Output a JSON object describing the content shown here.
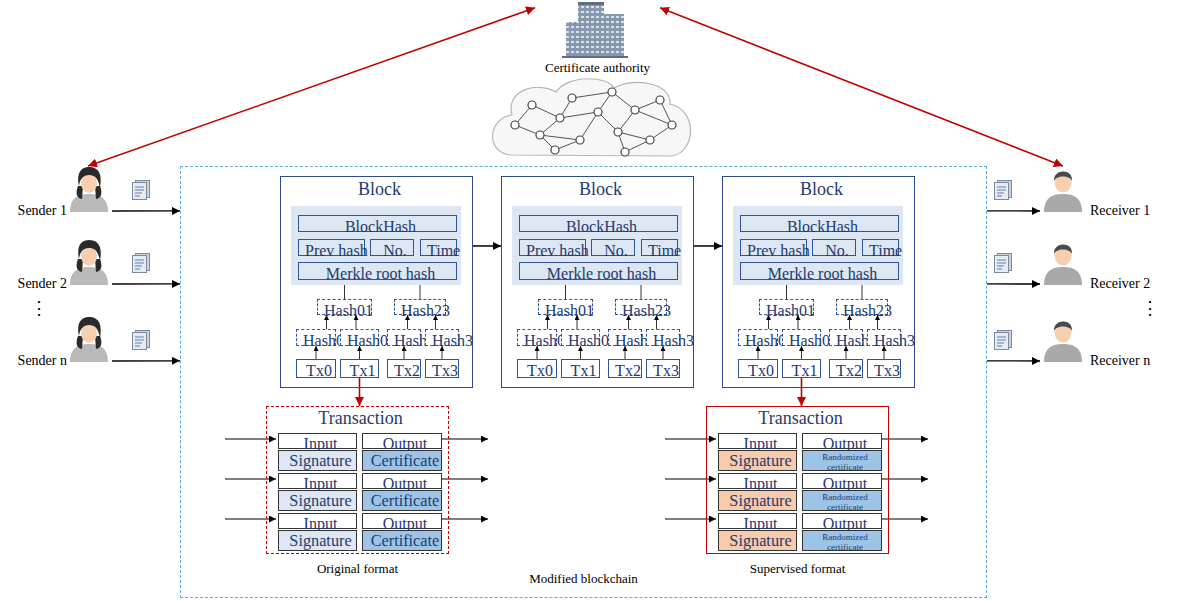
{
  "diagram": {
    "nodes": [
      {
        "text": [
          "Certificate authority"
        ]
      },
      {
        "text": [
          "Sender 1"
        ]
      },
      {
        "text": [
          "Sender 2"
        ]
      },
      {
        "text": [
          "Sender n"
        ]
      },
      {
        "text": [
          "Modified blockchain"
        ]
      },
      {
        "text": [
          "Block"
        ],
        "in": 4
      },
      {
        "text": [
          "BlockHash"
        ],
        "in": 5
      },
      {
        "text": [
          "Prev hash"
        ],
        "in": 5
      },
      {
        "text": [
          "No."
        ],
        "in": 5
      },
      {
        "text": [
          "Time"
        ],
        "in": 5
      },
      {
        "text": [
          "Merkle root hash"
        ],
        "in": 5
      },
      {
        "text": [
          "Hash01"
        ],
        "in": 5
      },
      {
        "text": [
          "Hash23"
        ],
        "in": 5
      },
      {
        "text": [
          "Hash0"
        ],
        "in": 5
      },
      {
        "text": [
          "Hash0"
        ],
        "in": 5
      },
      {
        "text": [
          "Hash2"
        ],
        "in": 5
      },
      {
        "text": [
          "Hash3"
        ],
        "in": 5
      },
      {
        "text": [
          "Tx0"
        ],
        "in": 5
      },
      {
        "text": [
          "Tx1"
        ],
        "in": 5
      },
      {
        "text": [
          "Tx2"
        ],
        "in": 5
      },
      {
        "text": [
          "Tx3"
        ],
        "in": 5
      },
      {
        "text": [
          "Block"
        ],
        "in": 4
      },
      {
        "text": [
          "BlockHash"
        ],
        "in": 21
      },
      {
        "text": [
          "Prev hash"
        ],
        "in": 21
      },
      {
        "text": [
          "No."
        ],
        "in": 21
      },
      {
        "text": [
          "Time"
        ],
        "in": 21
      },
      {
        "text": [
          "Merkle root hash"
        ],
        "in": 21
      },
      {
        "text": [
          "Hash01"
        ],
        "in": 21
      },
      {
        "text": [
          "Hash23"
        ],
        "in": 21
      },
      {
        "text": [
          "Hash0"
        ],
        "in": 21
      },
      {
        "text": [
          "Hash0"
        ],
        "in": 21
      },
      {
        "text": [
          "Hash2"
        ],
        "in": 21
      },
      {
        "text": [
          "Hash3"
        ],
        "in": 21
      },
      {
        "text": [
          "Tx0"
        ],
        "in": 21
      },
      {
        "text": [
          "Tx1"
        ],
        "in": 21
      },
      {
        "text": [
          "Tx2"
        ],
        "in": 21
      },
      {
        "text": [
          "Tx3"
        ],
        "in": 21
      },
      {
        "text": [
          "Block"
        ],
        "in": 4
      },
      {
        "text": [
          "BlockHash"
        ],
        "in": 37
      },
      {
        "text": [
          "Prev hash"
        ],
        "in": 37
      },
      {
        "text": [
          "No."
        ],
        "in": 37
      },
      {
        "text": [
          "Time"
        ],
        "in": 37
      },
      {
        "text": [
          "Merkle root hash"
        ],
        "in": 37
      },
      {
        "text": [
          "Hash01"
        ],
        "in": 37
      },
      {
        "text": [
          "Hash23"
        ],
        "in": 37
      },
      {
        "text": [
          "Hash0"
        ],
        "in": 37
      },
      {
        "text": [
          "Hash0"
        ],
        "in": 37
      },
      {
        "text": [
          "Hash2"
        ],
        "in": 37
      },
      {
        "text": [
          "Hash3"
        ],
        "in": 37
      },
      {
        "text": [
          "Tx0"
        ],
        "in": 37
      },
      {
        "text": [
          "Tx1"
        ],
        "in": 37
      },
      {
        "text": [
          "Tx2"
        ],
        "in": 37
      },
      {
        "text": [
          "Tx3"
        ],
        "in": 37
      },
      {
        "text": [
          "Transaction",
          "Original format"
        ],
        "in": 4
      },
      {
        "text": [
          "Input"
        ],
        "in": 53
      },
      {
        "text": [
          "Output"
        ],
        "in": 53
      },
      {
        "text": [
          "Signature"
        ],
        "in": 53
      },
      {
        "text": [
          "Certificate"
        ],
        "in": 53
      },
      {
        "text": [
          "Input"
        ],
        "in": 53
      },
      {
        "text": [
          "Output"
        ],
        "in": 53
      },
      {
        "text": [
          "Signature"
        ],
        "in": 53
      },
      {
        "text": [
          "Certificate"
        ],
        "in": 53
      },
      {
        "text": [
          "Input"
        ],
        "in": 53
      },
      {
        "text": [
          "Output"
        ],
        "in": 53
      },
      {
        "text": [
          "Signature"
        ],
        "in": 53
      },
      {
        "text": [
          "Certificate"
        ],
        "in": 53
      },
      {
        "text": [
          "Transaction",
          "Supervised format"
        ],
        "in": 4
      },
      {
        "text": [
          "Input"
        ],
        "in": 66
      },
      {
        "text": [
          "Output"
        ],
        "in": 66
      },
      {
        "text": [
          "Signature"
        ],
        "in": 66
      },
      {
        "text": [
          "Randomized certificate"
        ],
        "in": 66
      },
      {
        "text": [
          "Input"
        ],
        "in": 66
      },
      {
        "text": [
          "Output"
        ],
        "in": 66
      },
      {
        "text": [
          "Signature"
        ],
        "in": 66
      },
      {
        "text": [
          "Randomized certificate"
        ],
        "in": 66
      },
      {
        "text": [
          "Input"
        ],
        "in": 66
      },
      {
        "text": [
          "Output"
        ],
        "in": 66
      },
      {
        "text": [
          "Signature"
        ],
        "in": 66
      },
      {
        "text": [
          "Randomized certificate"
        ],
        "in": 66
      },
      {
        "text": [
          "Receiver 1"
        ]
      },
      {
        "text": [
          "Receiver 2"
        ]
      },
      {
        "text": [
          "Receiver n"
        ]
      }
    ],
    "edges": [
      {
        "from": 0,
        "to": 1,
        "arrow": "both"
      },
      {
        "from": 0,
        "to": 79,
        "arrow": "both"
      },
      {
        "from": 1,
        "to": 4,
        "arrow": "to"
      },
      {
        "from": 2,
        "to": 4,
        "arrow": "to"
      },
      {
        "from": 3,
        "to": 4,
        "arrow": "to"
      },
      {
        "from": 4,
        "to": 79,
        "arrow": "to"
      },
      {
        "from": 4,
        "to": 80,
        "arrow": "to"
      },
      {
        "from": 4,
        "to": 81,
        "arrow": "to"
      },
      {
        "from": 5,
        "to": 21,
        "arrow": "to"
      },
      {
        "from": 21,
        "to": 37,
        "arrow": "to"
      },
      {
        "from": 17,
        "to": 13,
        "arrow": "to"
      },
      {
        "from": 18,
        "to": 14,
        "arrow": "to"
      },
      {
        "from": 19,
        "to": 15,
        "arrow": "to"
      },
      {
        "from": 20,
        "to": 16,
        "arrow": "to"
      },
      {
        "from": 13,
        "to": 11,
        "arrow": "to"
      },
      {
        "from": 14,
        "to": 11,
        "arrow": "to"
      },
      {
        "from": 15,
        "to": 12,
        "arrow": "to"
      },
      {
        "from": 16,
        "to": 12,
        "arrow": "to"
      },
      {
        "from": 11,
        "to": 10,
        "arrow": "to"
      },
      {
        "from": 12,
        "to": 10,
        "arrow": "to"
      },
      {
        "from": 33,
        "to": 29,
        "arrow": "to"
      },
      {
        "from": 34,
        "to": 30,
        "arrow": "to"
      },
      {
        "from": 35,
        "to": 31,
        "arrow": "to"
      },
      {
        "from": 36,
        "to": 32,
        "arrow": "to"
      },
      {
        "from": 29,
        "to": 27,
        "arrow": "to"
      },
      {
        "from": 30,
        "to": 27,
        "arrow": "to"
      },
      {
        "from": 31,
        "to": 28,
        "arrow": "to"
      },
      {
        "from": 32,
        "to": 28,
        "arrow": "to"
      },
      {
        "from": 27,
        "to": 26,
        "arrow": "to"
      },
      {
        "from": 28,
        "to": 26,
        "arrow": "to"
      },
      {
        "from": 49,
        "to": 45,
        "arrow": "to"
      },
      {
        "from": 50,
        "to": 46,
        "arrow": "to"
      },
      {
        "from": 51,
        "to": 47,
        "arrow": "to"
      },
      {
        "from": 52,
        "to": 48,
        "arrow": "to"
      },
      {
        "from": 45,
        "to": 43,
        "arrow": "to"
      },
      {
        "from": 46,
        "to": 43,
        "arrow": "to"
      },
      {
        "from": 47,
        "to": 44,
        "arrow": "to"
      },
      {
        "from": 48,
        "to": 44,
        "arrow": "to"
      },
      {
        "from": 43,
        "to": 42,
        "arrow": "to"
      },
      {
        "from": 44,
        "to": 42,
        "arrow": "to"
      },
      {
        "from": 18,
        "to": 53,
        "arrow": "to"
      },
      {
        "from": 50,
        "to": 66,
        "arrow": "to"
      }
    ],
    "labels": [
      "⋮",
      "⋮"
    ]
  }
}
